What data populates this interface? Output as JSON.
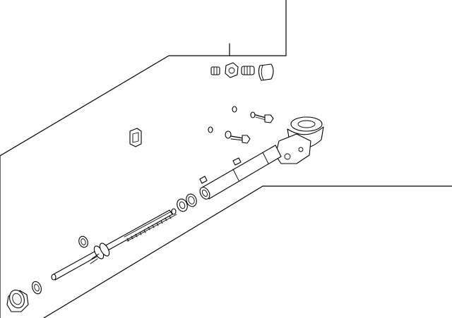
{
  "diagram": {
    "line_color": "#000000",
    "background_color": "#ffffff",
    "parts": [
      "callout-leader",
      "fitting-group",
      "clip",
      "o-ring",
      "bolt",
      "housing-tube",
      "rack-shaft",
      "bushing",
      "seal",
      "end-cap"
    ]
  }
}
